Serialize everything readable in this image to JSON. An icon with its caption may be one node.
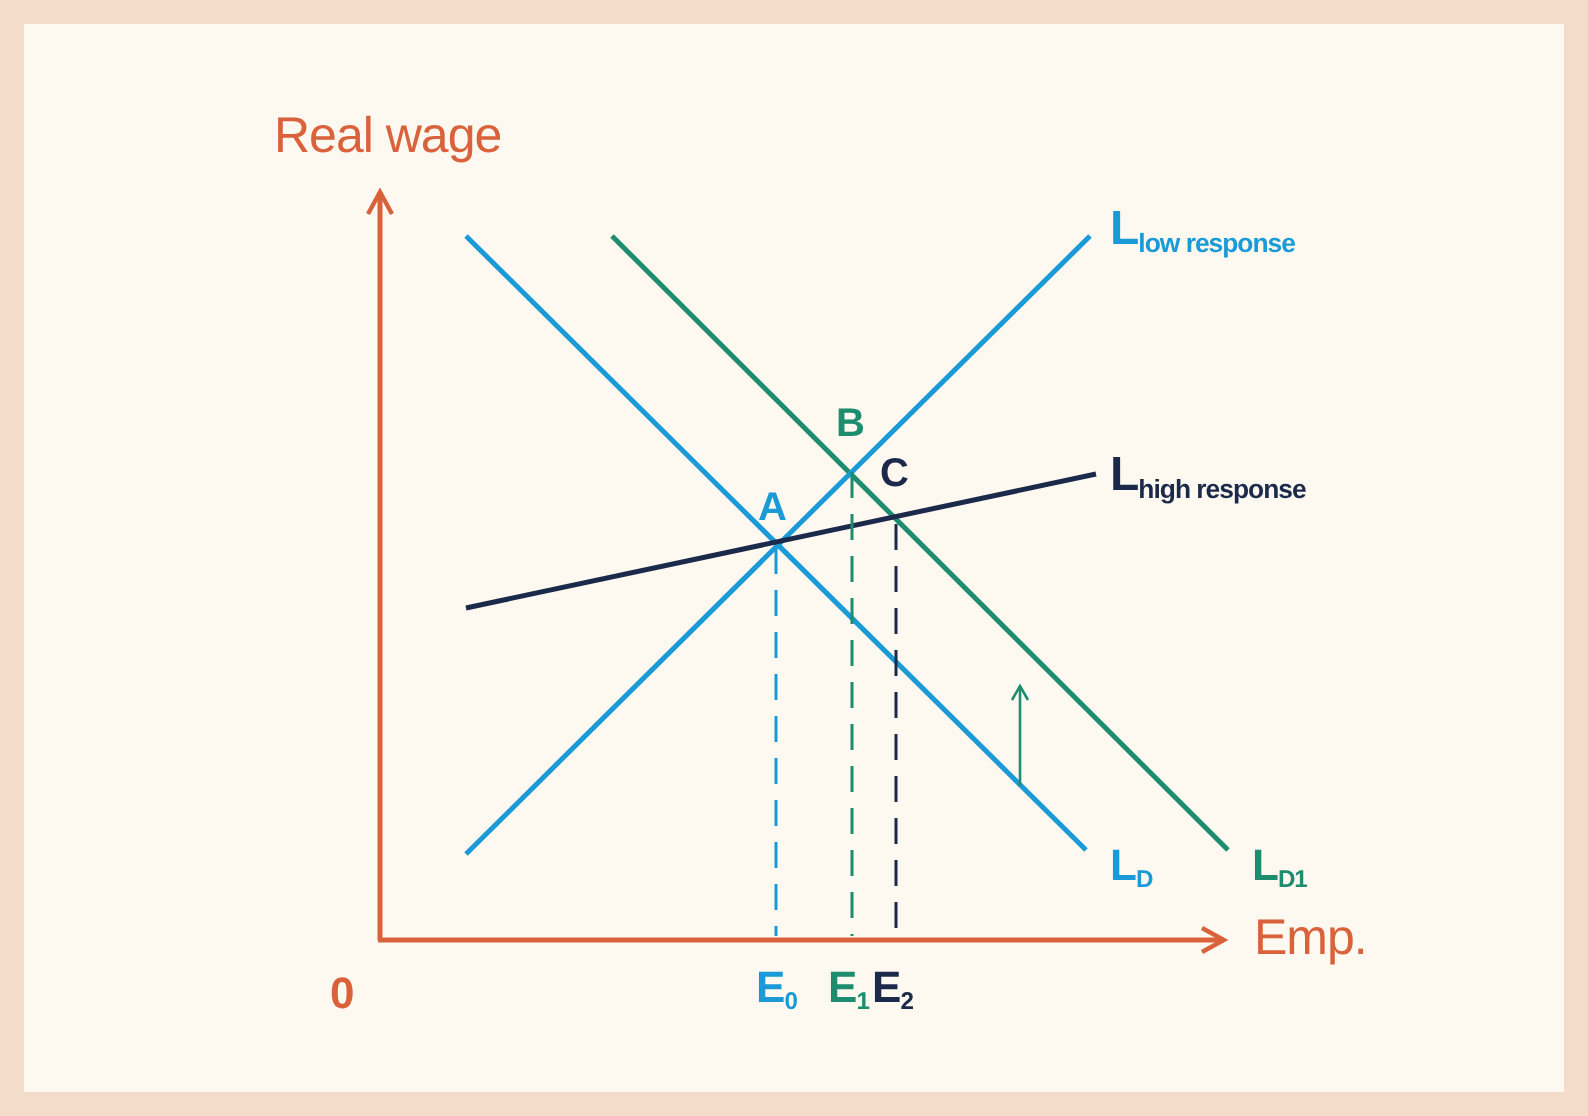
{
  "diagram": {
    "labels": [
      "Real wage",
      "Emp.",
      "0",
      "L$_{low response}$",
      "L$_{high response}$",
      "A",
      "B",
      "C",
      "L$_{D}$",
      "L$_{D1}$",
      "E$_{0}$",
      "E$_{1}$",
      "E$_{2}$"
    ]
  }
}
